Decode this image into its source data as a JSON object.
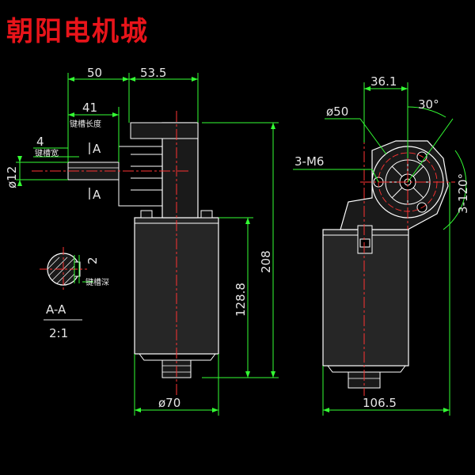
{
  "brand": {
    "text": "朝阳电机城"
  },
  "left_view": {
    "dim_50": "50",
    "dim_53_5": "53.5",
    "dim_41": "41",
    "keyway_length": "键槽长度",
    "dim_4": "4",
    "keyway_width": "键槽宽",
    "dim_dia12": "ø12",
    "section_mark_top": "A",
    "section_mark_bottom": "A",
    "dim_208": "208",
    "dim_128_8": "128.8",
    "dim_dia70": "ø70"
  },
  "section": {
    "dim_2": "2",
    "keyway_depth": "键槽深",
    "title": "A-A",
    "scale": "2:1"
  },
  "right_view": {
    "dim_36_1": "36.1",
    "dim_30deg": "30°",
    "dim_dia50": "ø50",
    "dim_3m6": "3-M6",
    "dim_3_120": "3-120°",
    "dim_106_5": "106.5"
  },
  "colors": {
    "brand": "#e8141a",
    "dimension_line": "#33ff33",
    "center_line": "#ff3333",
    "body_outline": "#ffffff",
    "body_fill": "#262626"
  }
}
